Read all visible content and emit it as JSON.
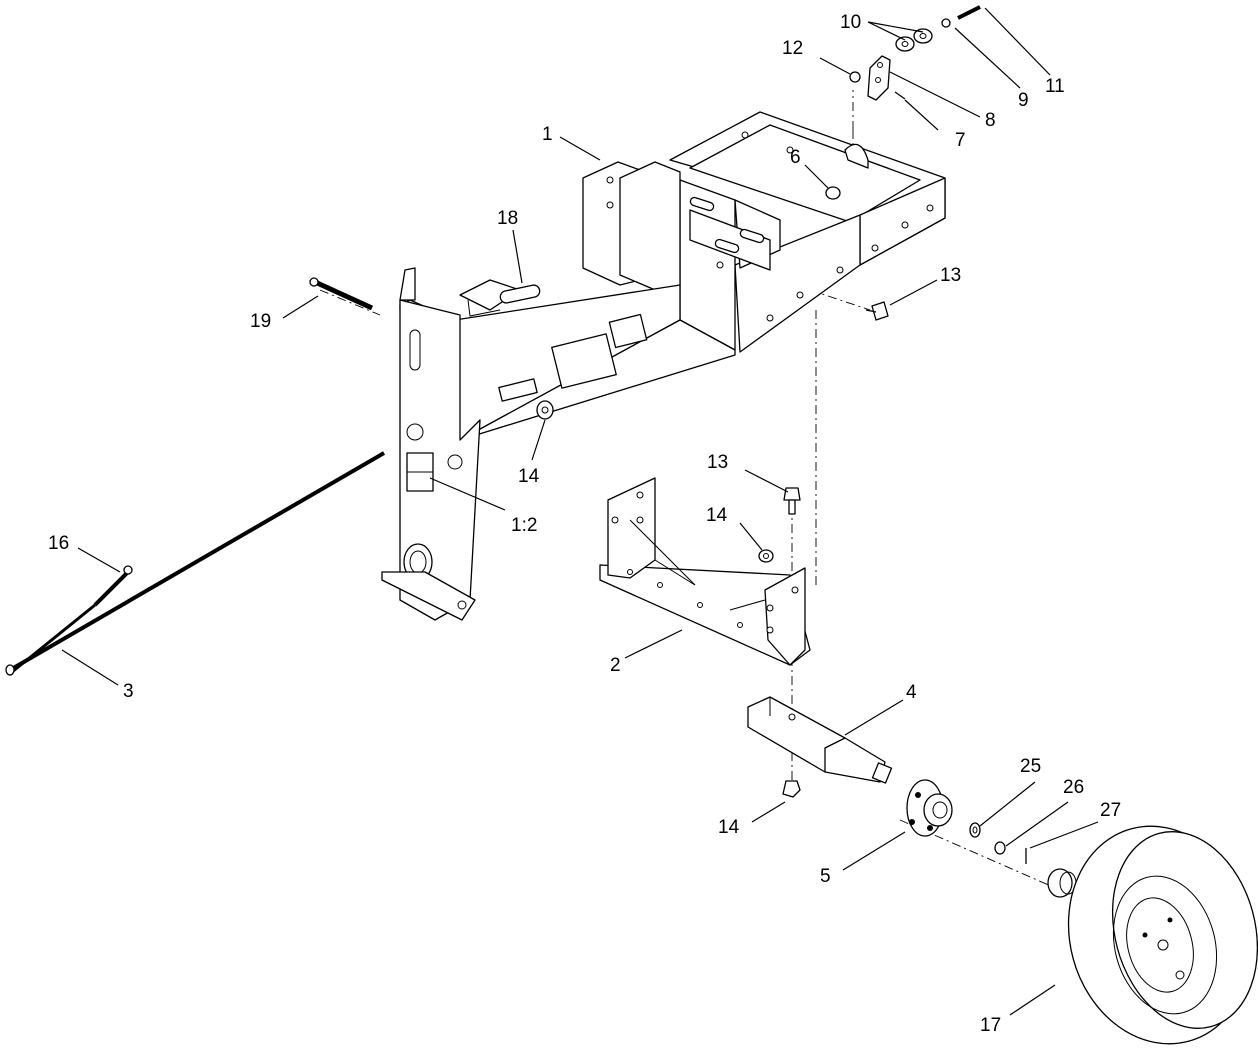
{
  "callouts": [
    {
      "id": "c1",
      "label": "1"
    },
    {
      "id": "c1b",
      "label": "1:2"
    },
    {
      "id": "c2",
      "label": "2"
    },
    {
      "id": "c3",
      "label": "3"
    },
    {
      "id": "c4",
      "label": "4"
    },
    {
      "id": "c5",
      "label": "5"
    },
    {
      "id": "c6",
      "label": "6"
    },
    {
      "id": "c7",
      "label": "7"
    },
    {
      "id": "c8",
      "label": "8"
    },
    {
      "id": "c9",
      "label": "9"
    },
    {
      "id": "c10",
      "label": "10"
    },
    {
      "id": "c11",
      "label": "11"
    },
    {
      "id": "c12",
      "label": "12"
    },
    {
      "id": "c13a",
      "label": "13"
    },
    {
      "id": "c13b",
      "label": "13"
    },
    {
      "id": "c14a",
      "label": "14"
    },
    {
      "id": "c14b",
      "label": "14"
    },
    {
      "id": "c14c",
      "label": "14"
    },
    {
      "id": "c16",
      "label": "16"
    },
    {
      "id": "c17",
      "label": "17"
    },
    {
      "id": "c18",
      "label": "18"
    },
    {
      "id": "c19",
      "label": "19"
    },
    {
      "id": "c25",
      "label": "25"
    },
    {
      "id": "c26",
      "label": "26"
    },
    {
      "id": "c27",
      "label": "27"
    }
  ]
}
